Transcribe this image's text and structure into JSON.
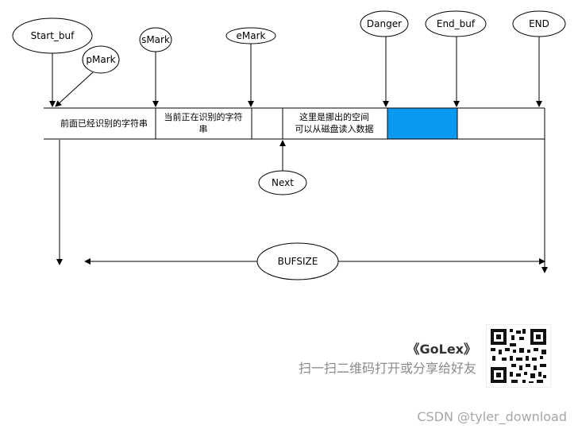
{
  "pointers": {
    "start_buf": "Start_buf",
    "p_mark": "pMark",
    "s_mark": "sMark",
    "e_mark": "eMark",
    "danger": "Danger",
    "end_buf": "End_buf",
    "end": "END",
    "next": "Next"
  },
  "buffer_cells": {
    "recognized": "前面已经识别的字符串",
    "recognizing_line1": "当前正在识别的字符",
    "recognizing_line2": "串",
    "free_line1": "这里是挪出的空间",
    "free_line2": "可以从磁盘读入数据"
  },
  "bufsize_label": "BUFSIZE",
  "promo": {
    "title": "《GoLex》",
    "subtitle": "扫一扫二维码打开或分享给好友"
  },
  "watermark": "CSDN @tyler_download",
  "colors": {
    "danger_zone": "#0a99f0",
    "line": "#000000"
  }
}
